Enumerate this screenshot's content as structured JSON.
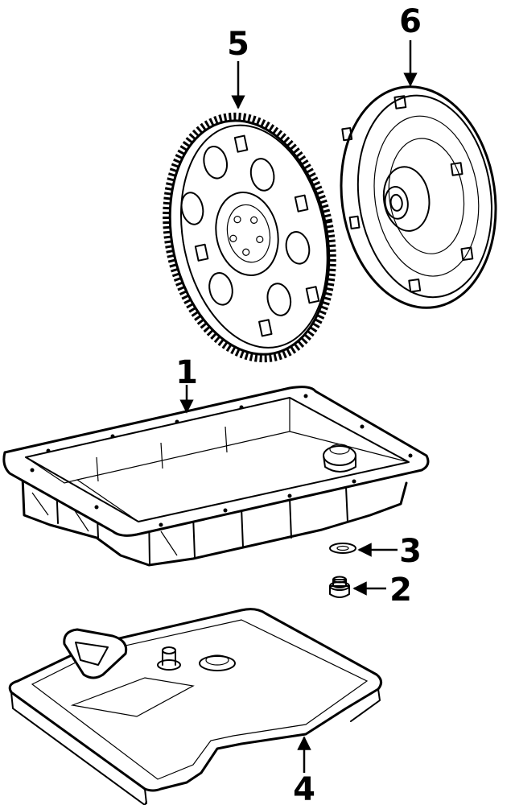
{
  "callouts": {
    "part1": "1",
    "part2": "2",
    "part3": "3",
    "part4": "4",
    "part5": "5",
    "part6": "6"
  }
}
